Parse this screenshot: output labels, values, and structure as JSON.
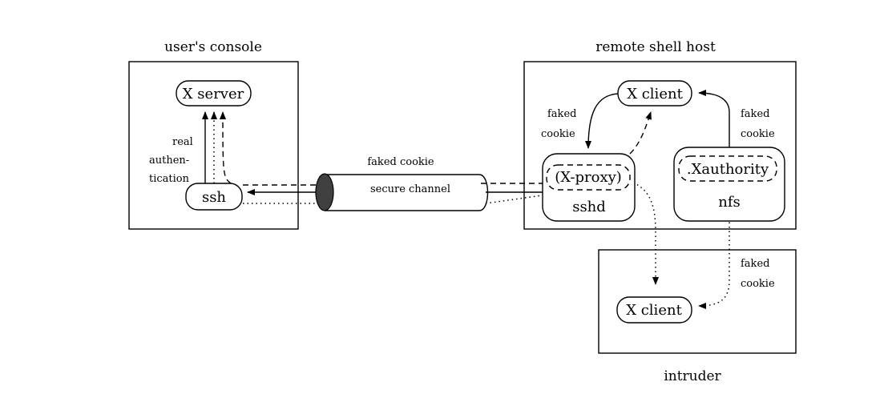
{
  "regions": {
    "console_title": "user's console",
    "remote_title": "remote shell host",
    "intruder_title": "intruder"
  },
  "nodes": {
    "x_server": "X server",
    "ssh": "ssh",
    "x_client_remote": "X client",
    "x_proxy": "(X-proxy)",
    "sshd": "sshd",
    "xauthority": ".Xauthority",
    "nfs": "nfs",
    "x_client_intruder": "X client"
  },
  "labels": {
    "real_auth_1": "real",
    "real_auth_2": "authen-",
    "real_auth_3": "tication",
    "faked_cookie_channel": "faked cookie",
    "secure_channel": "secure channel",
    "faked_1": "faked",
    "cookie_1": "cookie",
    "faked_2": "faked",
    "cookie_2": "cookie",
    "faked_3": "faked",
    "cookie_3": "cookie"
  }
}
